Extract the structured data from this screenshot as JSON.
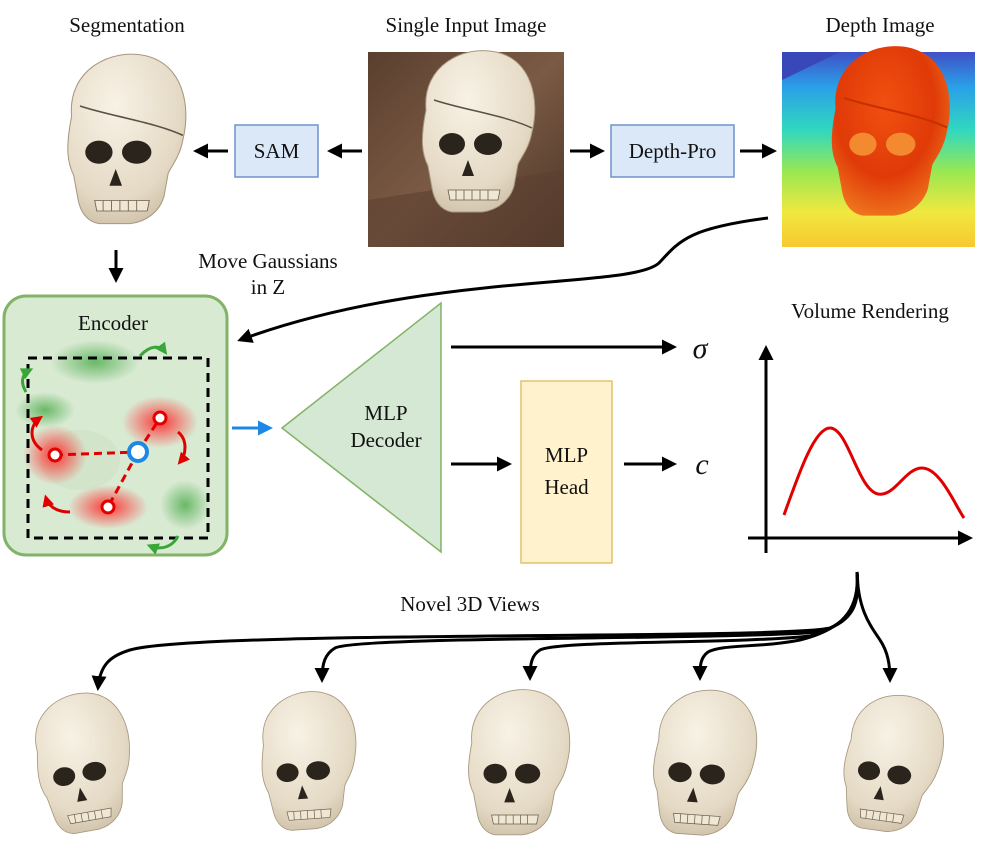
{
  "labels": {
    "segmentation": "Segmentation",
    "single_input": "Single Input Image",
    "depth_image": "Depth Image",
    "sam": "SAM",
    "depth_pro": "Depth-Pro",
    "move_gaussians_1": "Move Gaussians",
    "move_gaussians_2": "in Z",
    "encoder": "Encoder",
    "mlp_decoder_1": "MLP",
    "mlp_decoder_2": "Decoder",
    "mlp_head_1": "MLP",
    "mlp_head_2": "Head",
    "sigma": "σ",
    "c": "c",
    "volume_rendering": "Volume Rendering",
    "novel_views": "Novel 3D Views"
  },
  "colors": {
    "box_blue_fill": "#dbe8f8",
    "box_blue_stroke": "#6f93c8",
    "encoder_fill": "#d9ead3",
    "encoder_stroke": "#82b366",
    "decoder_fill": "#d5e8d4",
    "decoder_stroke": "#82b366",
    "head_fill": "#fff2cc",
    "head_stroke": "#e0c36c",
    "curve_red": "#e00000",
    "arrow_blue": "#1e88e5",
    "gaussian_red": "#ff3030",
    "gaussian_green": "#43a843"
  }
}
